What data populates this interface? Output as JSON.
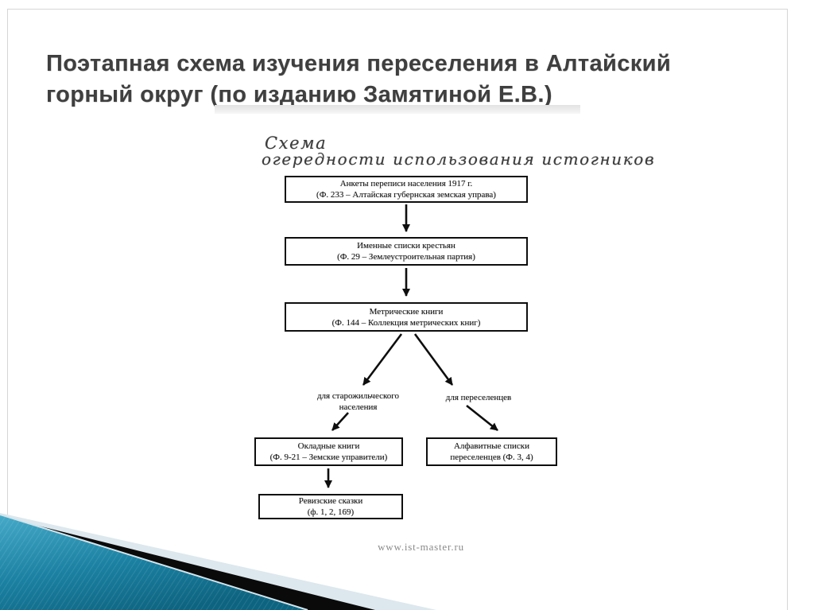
{
  "slide": {
    "title_line1": "Поэтапная схема изучения переселения в Алтайский",
    "title_line2": "горный округ (по изданию Замятиной Е.В.)"
  },
  "diagram": {
    "script_heading": {
      "line1": "Схема",
      "line2": "огередности использования истогников"
    },
    "boxes": [
      {
        "line1": "Анкеты переписи населения 1917 г.",
        "line2": "(Ф. 233 – Алтайская губернская земская управа)"
      },
      {
        "line1": "Именные списки крестьян",
        "line2": "(Ф. 29 – Землеустроительная партия)"
      },
      {
        "line1": "Метрические книги",
        "line2": "(Ф. 144 – Коллекция метрических книг)"
      },
      {
        "line1": "Окладные книги",
        "line2": "(Ф. 9-21 – Земские управители)"
      },
      {
        "line1": "Алфавитные списки",
        "line2": "переселенцев (Ф. 3, 4)"
      },
      {
        "line1": "Ревизские сказки",
        "line2": "(ф. 1, 2, 169)"
      }
    ],
    "branch_labels": {
      "left_line1": "для старожильческого",
      "left_line2": "населения",
      "right": "для переселенцев"
    },
    "watermark": "www.ist-master.ru"
  },
  "decoration": {
    "title_color": "#3f3f3f",
    "teal_light": "#45aac8",
    "teal_dark": "#0d6480",
    "stripe_black": "#0a0a0a",
    "pale_blue": "#dde8ee"
  }
}
